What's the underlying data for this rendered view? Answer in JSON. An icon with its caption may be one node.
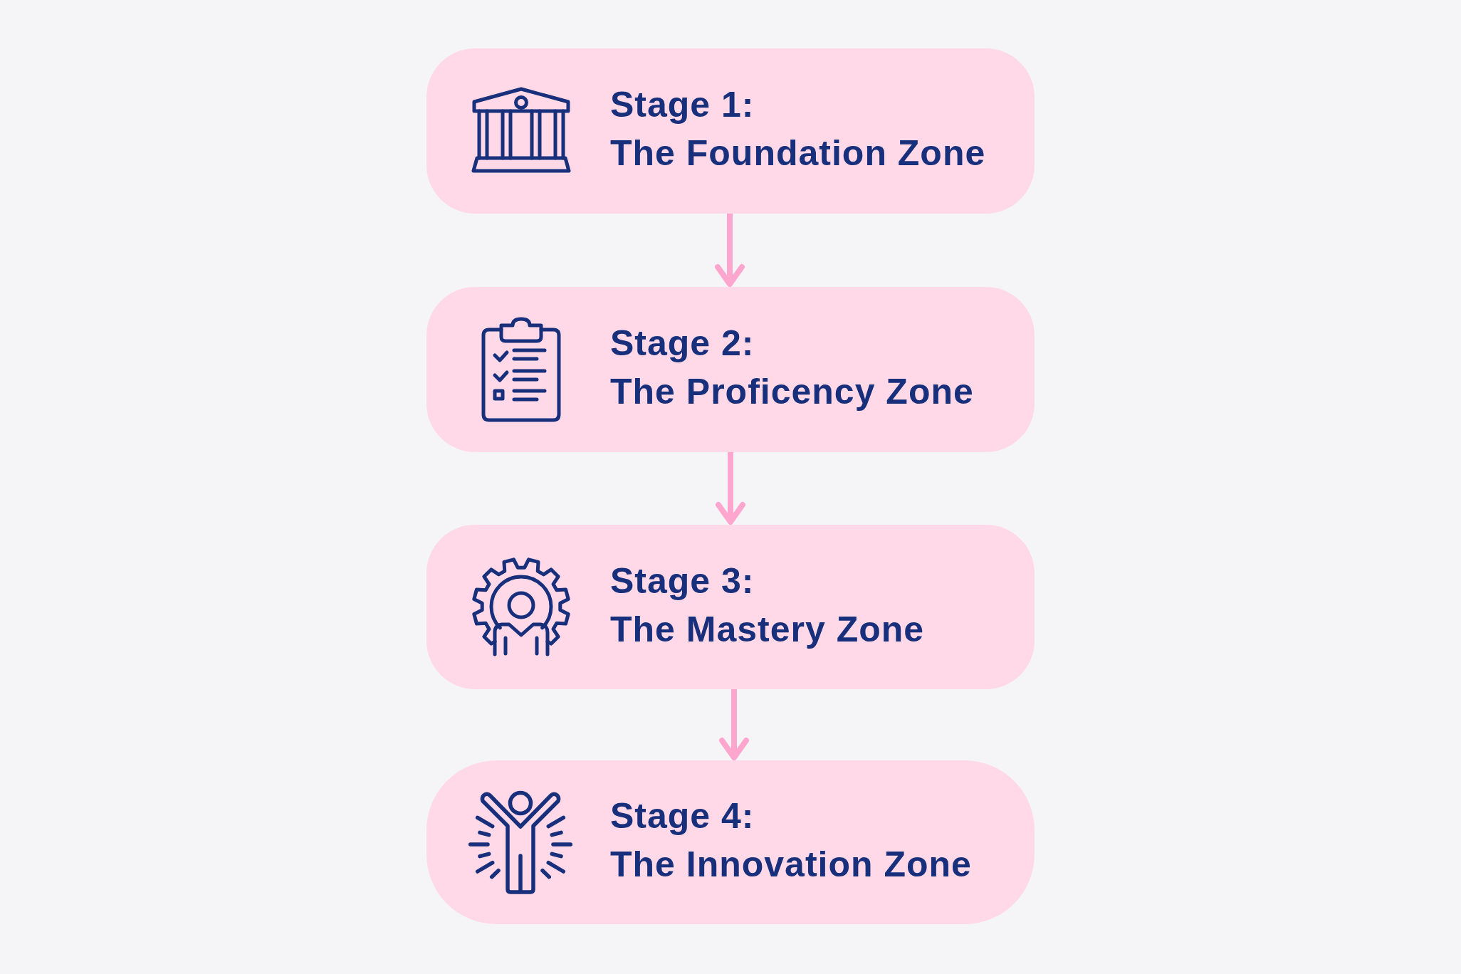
{
  "diagram": {
    "nodes": [
      {
        "text": [
          "Stage 1:",
          "The Foundation Zone"
        ]
      },
      {
        "text": [
          "Stage 2:",
          "The Proficency Zone"
        ]
      },
      {
        "text": [
          "Stage 3:",
          "The Mastery Zone"
        ]
      },
      {
        "text": [
          "Stage 4:",
          "The Innovation Zone"
        ]
      }
    ],
    "edges": [
      {
        "from": 0,
        "to": 1,
        "arrow": "to"
      },
      {
        "from": 1,
        "to": 2,
        "arrow": "to"
      },
      {
        "from": 2,
        "to": 3,
        "arrow": "to"
      }
    ]
  }
}
